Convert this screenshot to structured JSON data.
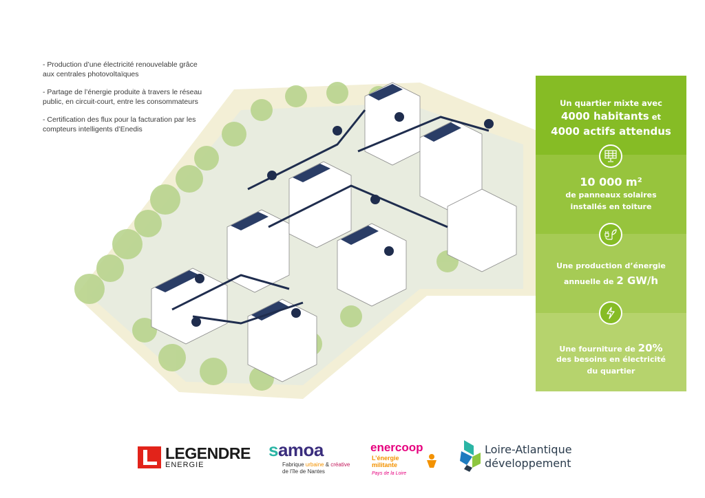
{
  "bullets": [
    "- Production d’une électricité renouvelable grâce aux centrales photovoltaïques",
    "- Partage de l’énergie produite à travers le réseau public, en circuit-court, entre les consommateurs",
    "- Certification des flux pour la facturation par les compteurs intelligents d’Enedis"
  ],
  "panel": {
    "b1_line1": "Un quartier mixte avec",
    "b1_line2_num": "4000 habitants",
    "b1_line2_suffix": " et",
    "b1_line3": "4000 actifs attendus",
    "b2_line1": "10 000 m²",
    "b2_line2": "de panneaux solaires",
    "b2_line3": "installés en toiture",
    "b3_line1": "Une production d’énergie",
    "b3_line2_prefix": "annuelle de ",
    "b3_line2_value": "2 GW/h",
    "b4_line1_prefix": "Une fourniture de ",
    "b4_line1_value": "20%",
    "b4_line2": "des besoins en électricité",
    "b4_line3": "du quartier",
    "icons": [
      "solar-panel-icon",
      "plug-leaf-icon",
      "lightning-icon"
    ]
  },
  "logos": {
    "legendre_name": "LEGENDRE",
    "legendre_sub": "ENERGIE",
    "samoa_name_a": "s",
    "samoa_name_b": "amoa",
    "samoa_sub1_a": "Fabrique ",
    "samoa_sub1_b": "urbaine",
    "samoa_sub1_c": " & ",
    "samoa_sub1_d": "créative",
    "samoa_sub2": "de l’île de Nantes",
    "enercoop_name": "enercoop",
    "enercoop_l1": "L’énergie",
    "enercoop_l2": "militante",
    "enercoop_l3": "Pays de la Loire",
    "loire_l1": "Loire-Atlantique",
    "loire_l2": "développement"
  },
  "colors": {
    "green_dark": "#86bc25",
    "green_2": "#97c43d",
    "green_3": "#a6cb55",
    "green_4": "#b6d36d",
    "network_line": "#1f2d4e",
    "legendre_red": "#e2231a"
  }
}
